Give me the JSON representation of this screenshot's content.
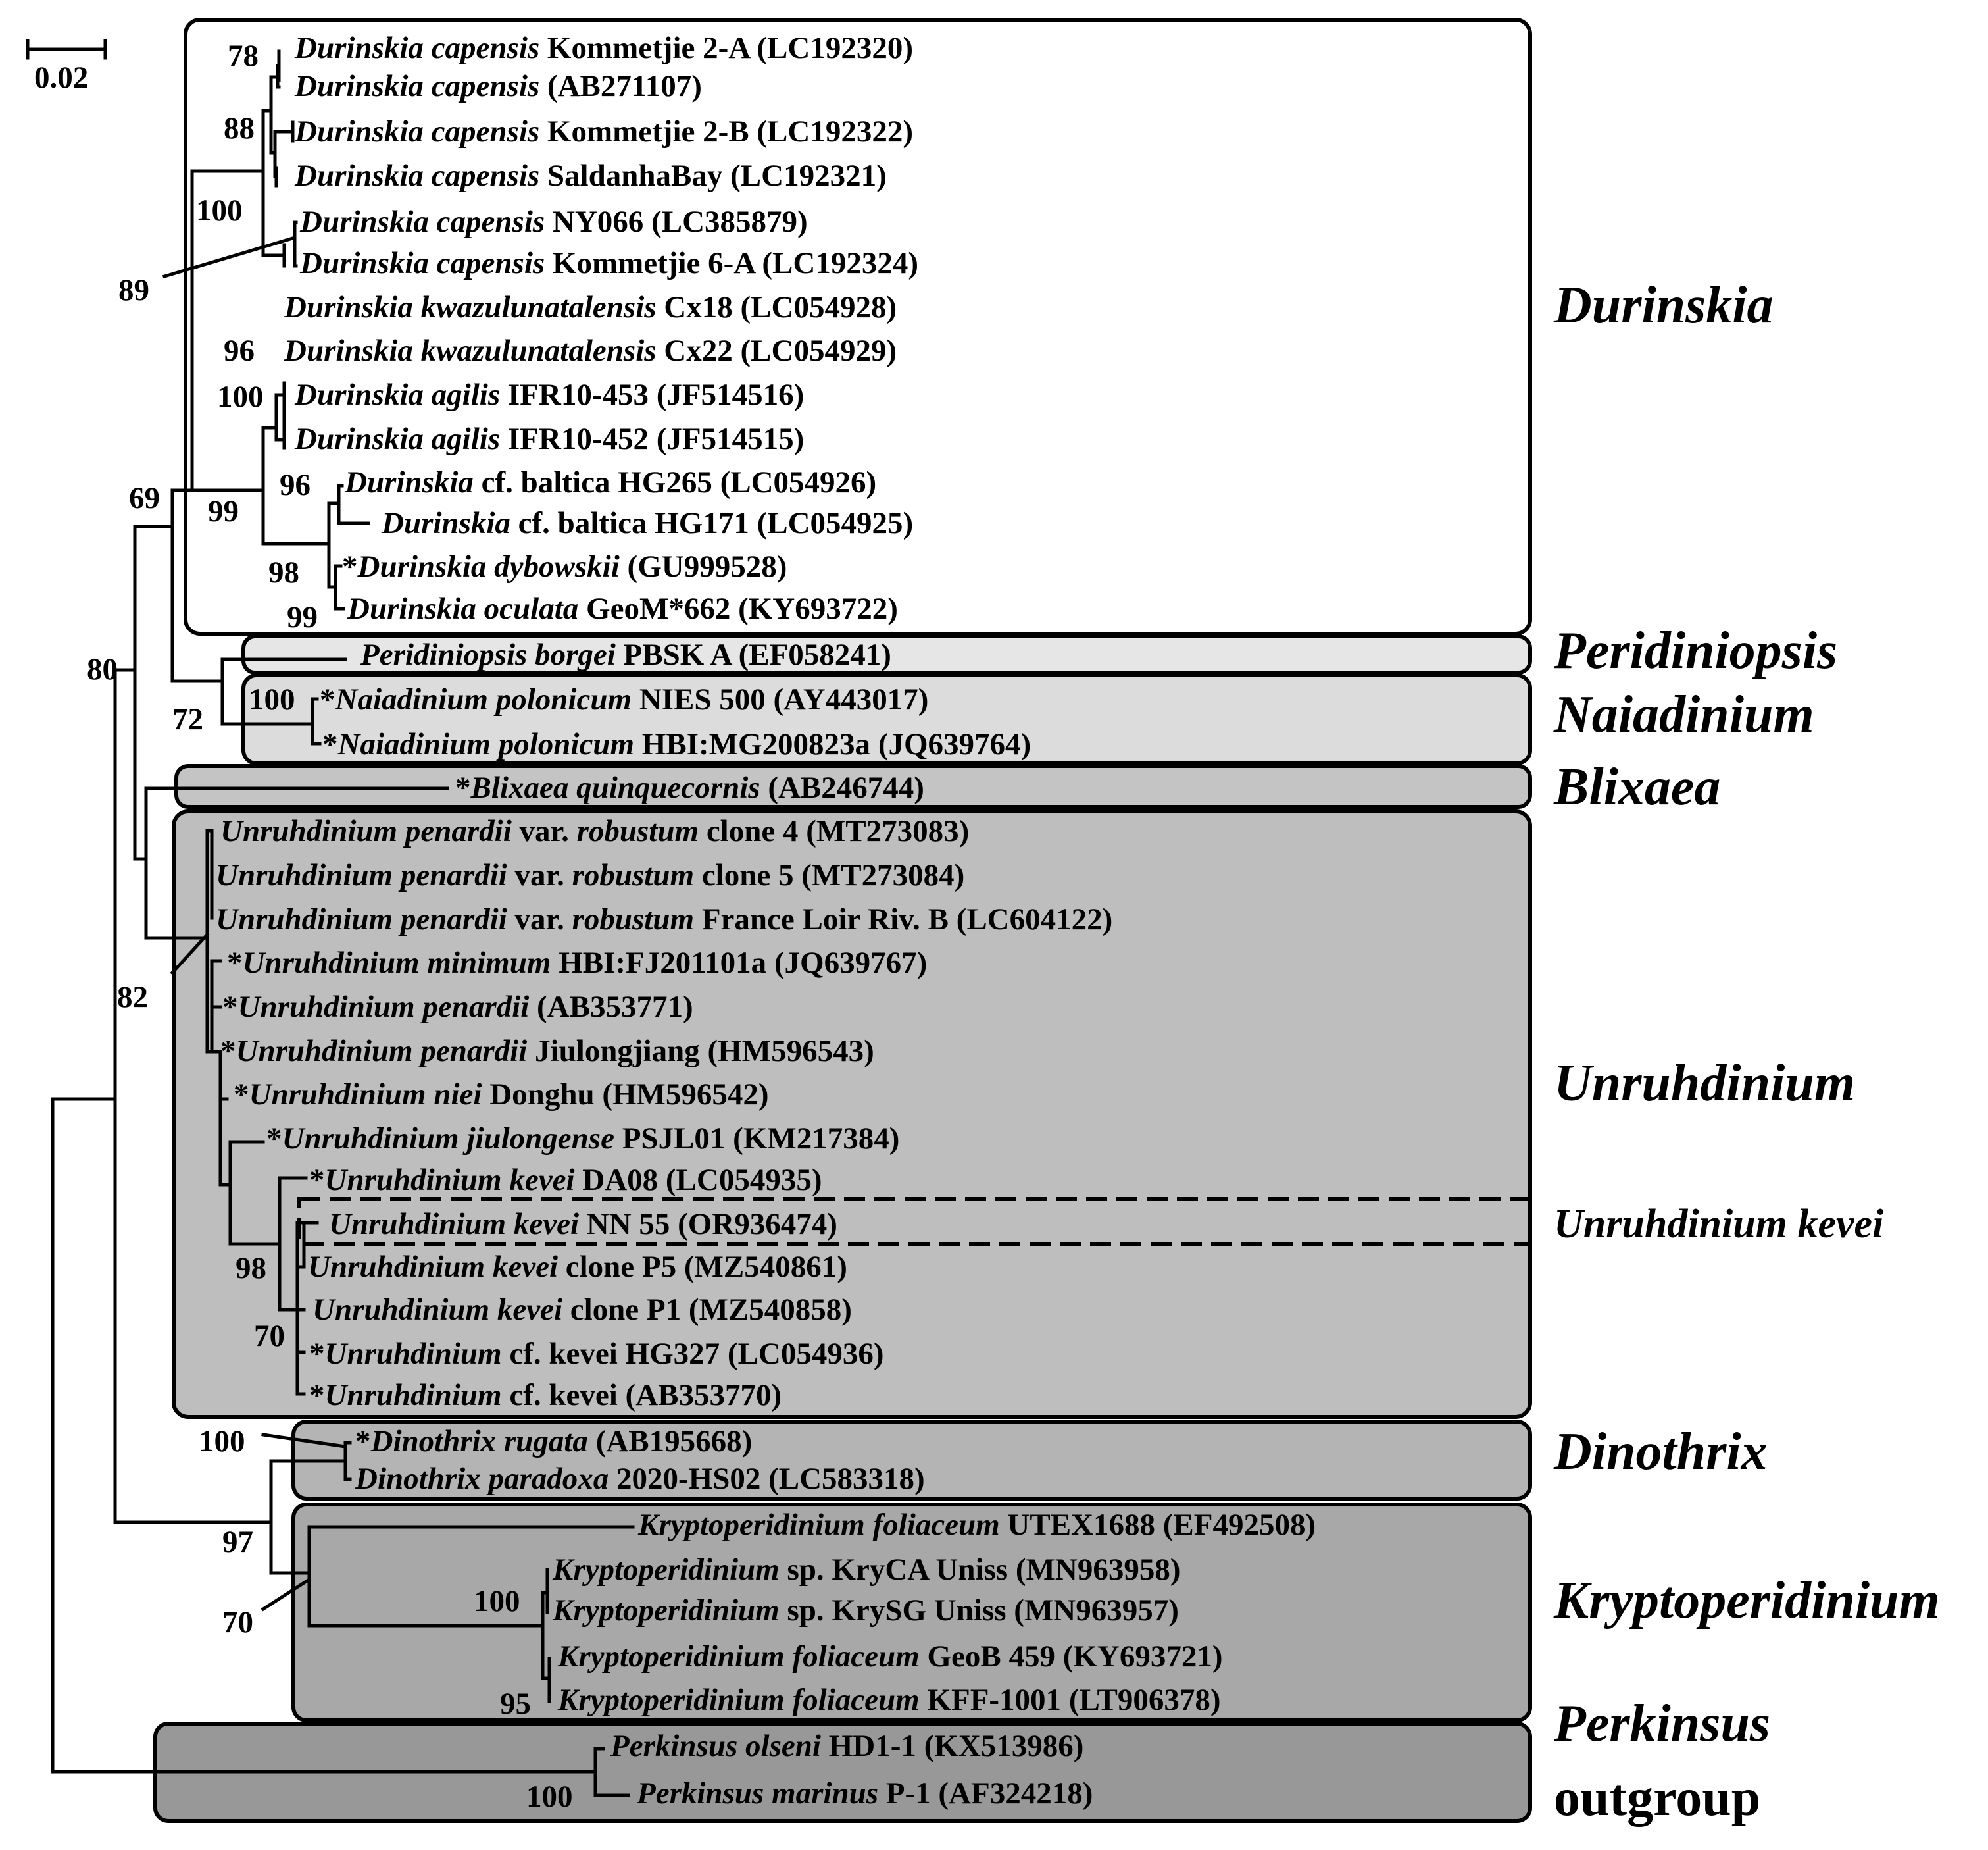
{
  "scale_bar": {
    "label": "0.02"
  },
  "colors": {
    "durinskia": "#ffffff",
    "peridiniopsis": "#e6e6e6",
    "naiadinium": "#dcdcdc",
    "blixaea": "#c4c4c4",
    "unruhdinium": "#bebebe",
    "dinothrix": "#b4b4b4",
    "kryptoperidinium": "#a8a8a8",
    "perkinsus": "#989898"
  },
  "groups": [
    {
      "id": "durinskia",
      "label": "Durinskia"
    },
    {
      "id": "peridiniopsis",
      "label": "Peridiniopsis"
    },
    {
      "id": "naiadinium",
      "label": "Naiadinium"
    },
    {
      "id": "blixaea",
      "label": "Blixaea"
    },
    {
      "id": "unruhdinium",
      "label": "Unruhdinium"
    },
    {
      "id": "unruhdinium_kevei",
      "label": "Unruhdinium kevei"
    },
    {
      "id": "dinothrix",
      "label": "Dinothrix"
    },
    {
      "id": "kryptoperidinium",
      "label": "Kryptoperidinium"
    },
    {
      "id": "perkinsus",
      "label": "Perkinsus"
    },
    {
      "id": "outgroup",
      "label": "outgroup"
    }
  ],
  "taxa": [
    {
      "star": "",
      "genus": "Durinskia",
      "species": "capensis",
      "strain": "Kommetjie 2-A",
      "acc": "(LC192320)"
    },
    {
      "star": "",
      "genus": "Durinskia",
      "species": "capensis",
      "strain": "",
      "acc": "(AB271107)"
    },
    {
      "star": "",
      "genus": "Durinskia",
      "species": "capensis",
      "strain": "Kommetjie 2-B",
      "acc": "(LC192322)"
    },
    {
      "star": "",
      "genus": "Durinskia",
      "species": "capensis",
      "strain": "SaldanhaBay",
      "acc": "(LC192321)"
    },
    {
      "star": "",
      "genus": "Durinskia",
      "species": "capensis",
      "strain": "NY066",
      "acc": "(LC385879)"
    },
    {
      "star": "",
      "genus": "Durinskia",
      "species": "capensis",
      "strain": "Kommetjie 6-A",
      "acc": "(LC192324)"
    },
    {
      "star": "",
      "genus": "Durinskia",
      "species": "kwazulunatalensis",
      "strain": "Cx18",
      "acc": "(LC054928)"
    },
    {
      "star": "",
      "genus": "Durinskia",
      "species": "kwazulunatalensis",
      "strain": "Cx22",
      "acc": "(LC054929)"
    },
    {
      "star": "",
      "genus": "Durinskia",
      "species": "agilis",
      "strain": "IFR10-453",
      "acc": "(JF514516)"
    },
    {
      "star": "",
      "genus": "Durinskia",
      "species": "agilis",
      "strain": "IFR10-452",
      "acc": "(JF514515)"
    },
    {
      "star": "",
      "genus": "Durinskia",
      "species": "cf. baltica",
      "strain": "HG265",
      "acc": "(LC054926)"
    },
    {
      "star": "",
      "genus": "Durinskia",
      "species": "cf. baltica",
      "strain": "HG171",
      "acc": "(LC054925)"
    },
    {
      "star": "*",
      "genus": "Durinskia",
      "species": "dybowskii",
      "strain": "",
      "acc": "(GU999528)"
    },
    {
      "star": "",
      "genus": "Durinskia",
      "species": "oculata",
      "strain": "GeoM*662",
      "acc": "(KY693722)"
    },
    {
      "star": "",
      "genus": "Peridiniopsis",
      "species": "borgei",
      "strain": "PBSK A",
      "acc": "(EF058241)"
    },
    {
      "star": "*",
      "genus": "Naiadinium",
      "species": "polonicum",
      "strain": "NIES 500",
      "acc": "(AY443017)"
    },
    {
      "star": "*",
      "genus": "Naiadinium",
      "species": "polonicum",
      "strain": "HBI:MG200823a",
      "acc": "(JQ639764)"
    },
    {
      "star": "*",
      "genus": "Blixaea",
      "species": "quinquecornis",
      "strain": "",
      "acc": "(AB246744)"
    },
    {
      "star": "",
      "genus": "Unruhdinium",
      "species": "penardii",
      "strain": "var. robustum clone 4",
      "acc": "(MT273083)"
    },
    {
      "star": "",
      "genus": "Unruhdinium",
      "species": "penardii",
      "strain": "var. robustum clone 5",
      "acc": "(MT273084)"
    },
    {
      "star": "",
      "genus": "Unruhdinium",
      "species": "penardii",
      "strain": "var. robustum France Loir Riv. B",
      "acc": "(LC604122)"
    },
    {
      "star": "*",
      "genus": "Unruhdinium",
      "species": "minimum",
      "strain": "HBI:FJ201101a",
      "acc": "(JQ639767)"
    },
    {
      "star": "*",
      "genus": "Unruhdinium",
      "species": "penardii",
      "strain": "",
      "acc": "(AB353771)"
    },
    {
      "star": "*",
      "genus": "Unruhdinium",
      "species": "penardii",
      "strain": "Jiulongjiang",
      "acc": "(HM596543)"
    },
    {
      "star": "*",
      "genus": "Unruhdinium",
      "species": "niei",
      "strain": "Donghu",
      "acc": "(HM596542)"
    },
    {
      "star": "*",
      "genus": "Unruhdinium",
      "species": "jiulongense",
      "strain": "PSJL01",
      "acc": "(KM217384)"
    },
    {
      "star": "*",
      "genus": "Unruhdinium",
      "species": "kevei",
      "strain": "DA08",
      "acc": "(LC054935)"
    },
    {
      "star": "",
      "genus": "Unruhdinium",
      "species": "kevei",
      "strain": "NN 55",
      "acc": "(OR936474)"
    },
    {
      "star": "",
      "genus": "Unruhdinium",
      "species": "kevei",
      "strain": "clone P5",
      "acc": "(MZ540861)"
    },
    {
      "star": "",
      "genus": "Unruhdinium",
      "species": "kevei",
      "strain": "clone P1",
      "acc": "(MZ540858)"
    },
    {
      "star": "*",
      "genus": "Unruhdinium",
      "species": "cf. kevei",
      "strain": "HG327",
      "acc": "(LC054936)"
    },
    {
      "star": "*",
      "genus": "Unruhdinium",
      "species": "cf. kevei",
      "strain": "",
      "acc": "(AB353770)"
    },
    {
      "star": "*",
      "genus": "Dinothrix",
      "species": "rugata",
      "strain": "",
      "acc": "(AB195668)"
    },
    {
      "star": "",
      "genus": "Dinothrix",
      "species": "paradoxa",
      "strain": "2020-HS02",
      "acc": "(LC583318)"
    },
    {
      "star": "",
      "genus": "Kryptoperidinium",
      "species": "foliaceum",
      "strain": "UTEX1688",
      "acc": "(EF492508)"
    },
    {
      "star": "",
      "genus": "Kryptoperidinium",
      "species": "sp.",
      "strain": "KryCA Uniss",
      "acc": "(MN963958)"
    },
    {
      "star": "",
      "genus": "Kryptoperidinium",
      "species": "sp.",
      "strain": "KrySG Uniss",
      "acc": "(MN963957)"
    },
    {
      "star": "",
      "genus": "Kryptoperidinium",
      "species": "foliaceum",
      "strain": "GeoB 459",
      "acc": "(KY693721)"
    },
    {
      "star": "",
      "genus": "Kryptoperidinium",
      "species": "foliaceum",
      "strain": "KFF-1001",
      "acc": "(LT906378)"
    },
    {
      "star": "",
      "genus": "Perkinsus",
      "species": "olseni",
      "strain": "HD1-1",
      "acc": "(KX513986)"
    },
    {
      "star": "",
      "genus": "Perkinsus",
      "species": "marinus",
      "strain": "P-1",
      "acc": "(AF324218)"
    }
  ],
  "bootstrap": [
    "78",
    "88",
    "100",
    "89",
    "96",
    "100",
    "96",
    "99",
    "98",
    "99",
    "69",
    "80",
    "72",
    "100",
    "82",
    "98",
    "70",
    "100",
    "97",
    "70",
    "100",
    "95",
    "100"
  ]
}
